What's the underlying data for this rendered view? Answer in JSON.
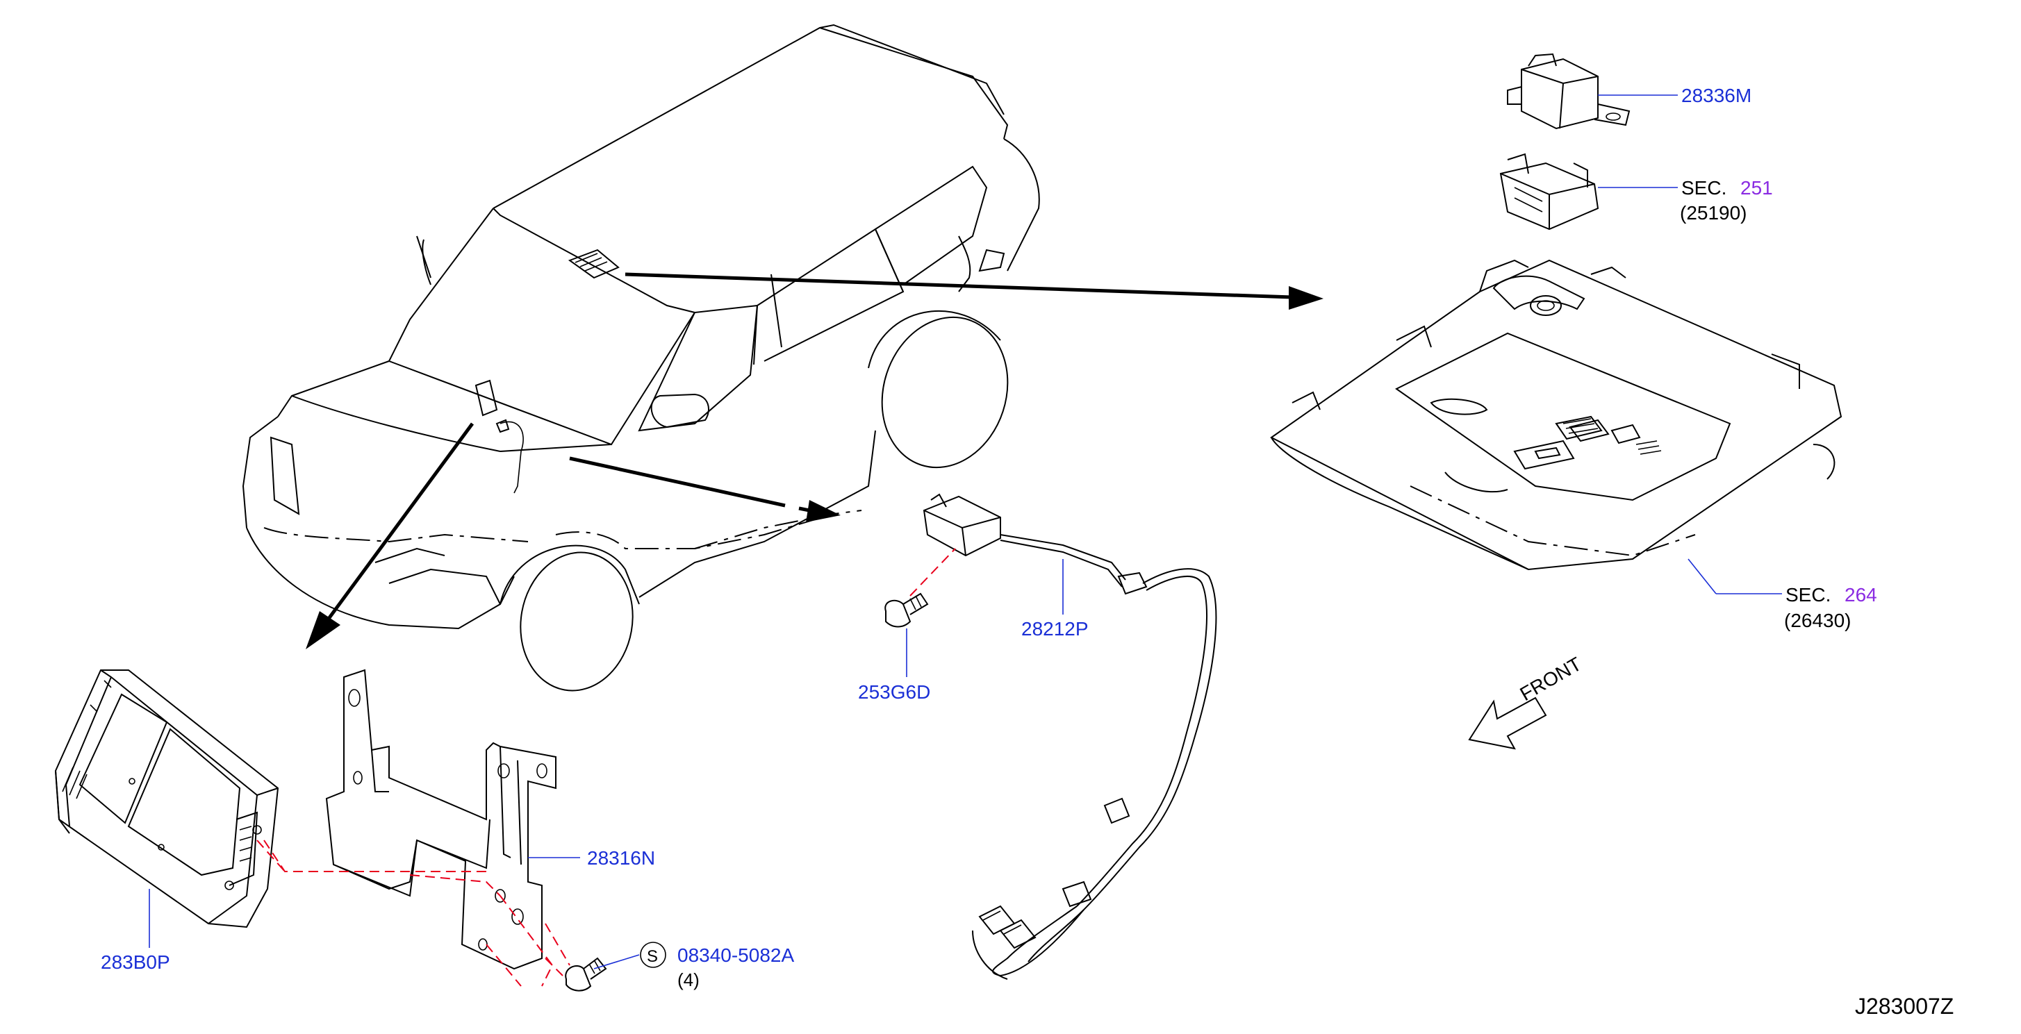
{
  "diagram": {
    "drawing_code": "J283007Z",
    "front_label": "FRONT",
    "labels": {
      "p28336M": "28336M",
      "sec251_prefix": "SEC.",
      "sec251_num": "251",
      "sec251_ref": "(25190)",
      "sec264_prefix": "SEC.",
      "sec264_num": "264",
      "sec264_ref": "(26430)",
      "p28212P": "28212P",
      "p253G6D": "253G6D",
      "p28316N": "28316N",
      "p283B0P": "283B0P",
      "screw_symbol": "S",
      "screw_part": "08340-5082A",
      "screw_qty": "(4)"
    },
    "colors": {
      "part_number": "#1a2fd6",
      "section_number": "#8a2be2",
      "dashed_connector": "#e8001c",
      "line": "#000000"
    }
  }
}
